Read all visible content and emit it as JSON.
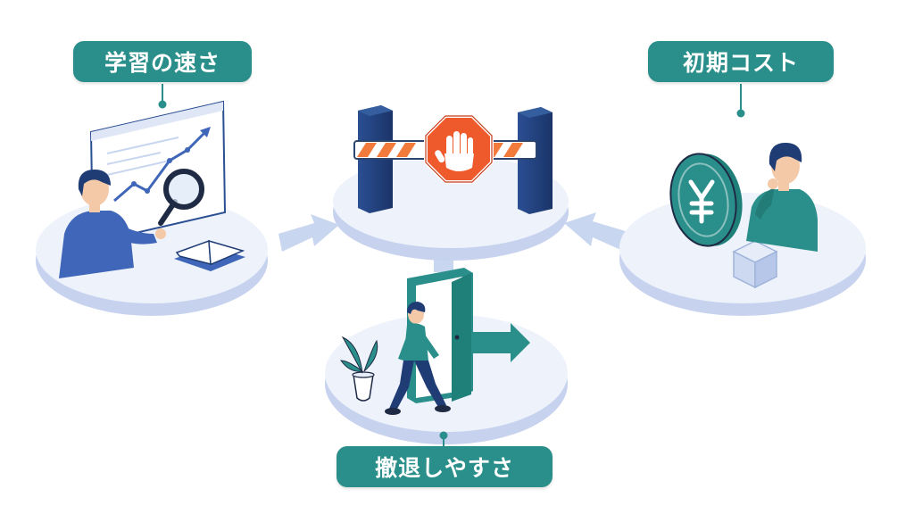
{
  "labels": {
    "learning_speed": "学習の速さ",
    "initial_cost": "初期コスト",
    "ease_of_exit": "撤退しやすさ"
  },
  "icons": {
    "center": "barrier-gate-with-stop-hand-icon",
    "left": "person-with-magnifier-chart-book-icon",
    "right": "person-thinking-yen-coin-cube-icon",
    "bottom": "person-walking-out-door-icon"
  },
  "colors": {
    "teal": "#2a8f8a",
    "navy": "#1f3c75",
    "blue_shirt": "#3f66b8",
    "platform": "#eef2fb",
    "platform_edge": "#c7d3ee",
    "arrow": "#c9d6f0",
    "stop_orange": "#ef5a2d",
    "barrier_stripe": "#f27a3a"
  }
}
